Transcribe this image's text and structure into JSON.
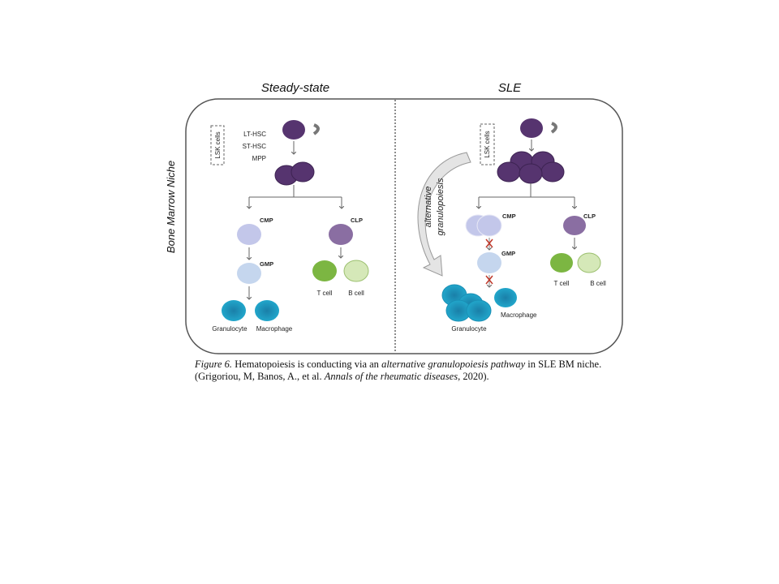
{
  "titles": {
    "left": "Steady-state",
    "right": "SLE",
    "side": "Bone Marrow Niche"
  },
  "left": {
    "lsk": "LSK cells",
    "lt_hsc": "LT-HSC",
    "st_hsc": "ST-HSC",
    "mpp": "MPP",
    "cmp": "CMP",
    "clp": "CLP",
    "gmp": "GMP",
    "t_cell": "T cell",
    "b_cell": "B cell",
    "granulocyte": "Granulocyte",
    "macrophage": "Macrophage"
  },
  "right": {
    "lsk": "LSK cells",
    "cmp": "CMP",
    "clp": "CLP",
    "gmp": "GMP",
    "t_cell": "T cell",
    "b_cell": "B cell",
    "granulocyte": "Granulocyte",
    "macrophage": "Macrophage",
    "alt1": "alternative",
    "alt2": "granulopoiesis"
  },
  "caption": {
    "fig": "Figure 6.",
    "t1": " Hematopoiesis is conducting via an ",
    "em1": "alternative granulopoiesis pathway",
    "t2": " in SLE  BM niche. (Grigoriou,  M, Banos, A., et al. ",
    "em2": "Annals of the rheumatic diseases",
    "t3": ", 2020)."
  },
  "colors": {
    "hsc": "#56346f",
    "cmp": "#c3c7ea",
    "gmp": "#c5d6ee",
    "clp": "#8a6ea2",
    "tcell": "#7cb642",
    "bcell": "#d5e8b8",
    "gran": "#1fa3c6",
    "inhibit": "#c0392b"
  }
}
